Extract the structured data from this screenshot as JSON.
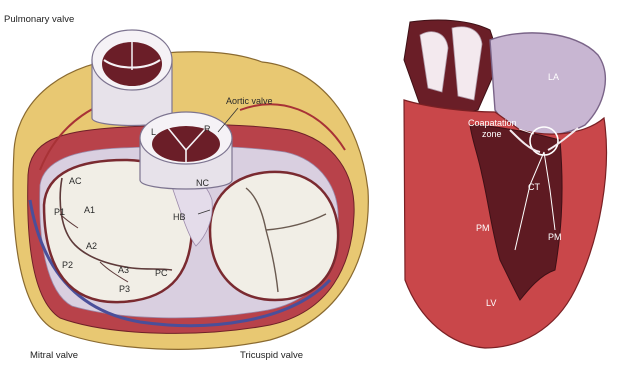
{
  "captions": {
    "pulmonary_valve": "Pulmonary valve",
    "aortic_valve": "Aortic valve",
    "mitral_valve": "Mitral valve",
    "tricuspid_valve": "Tricuspid valve"
  },
  "aortic_labels": {
    "left": "L",
    "right": "R",
    "noncoronary": "NC"
  },
  "mitral_labels": [
    "AC",
    "P1",
    "A1",
    "A2",
    "P2",
    "A3",
    "PC",
    "P3"
  ],
  "his_bundle": "HB",
  "heart_labels": {
    "la": "LA",
    "coaptation_line1": "Coapatation",
    "coaptation_line2": "zone",
    "ct": "CT",
    "pm_left": "PM",
    "pm_right": "PM",
    "lv": "LV"
  },
  "colors": {
    "fat_yellow": "#e8c872",
    "muscle_red": "#c9474a",
    "dark_red": "#5e1a22",
    "lavender": "#c8b6d2",
    "leaflet_white": "#f1eee6",
    "vessel_blue": "#4a4f9a"
  }
}
